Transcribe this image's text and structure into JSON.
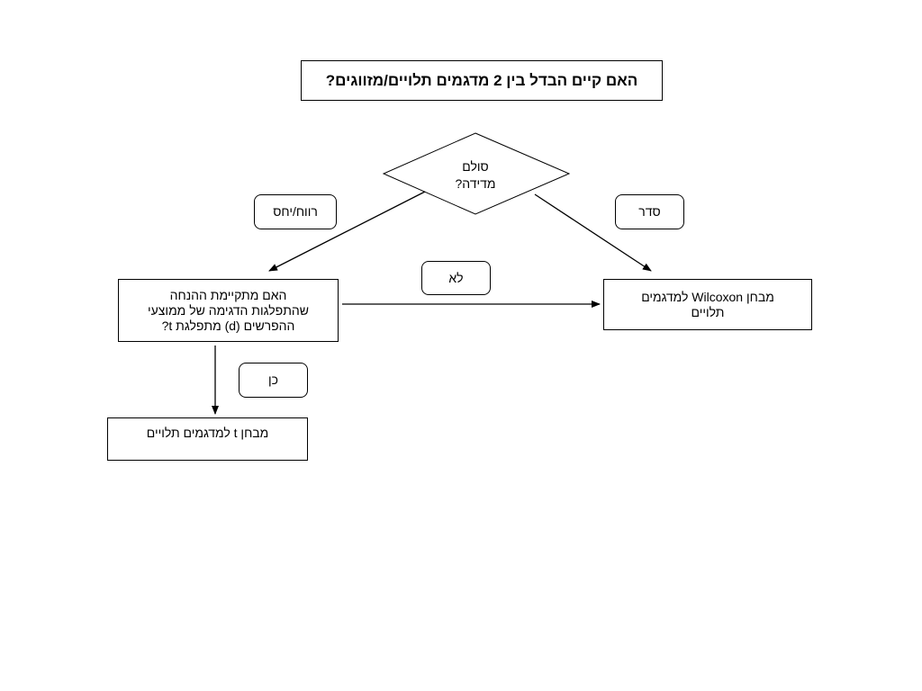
{
  "diagram": {
    "title": "האם קיים הבדל בין 2 מדגמים תלויים/מזווגים?",
    "decision": {
      "line1": "סולם",
      "line2": "מדידה?"
    },
    "branch_labels": {
      "interval_ratio": "רווח/יחס",
      "ordinal": "סדר",
      "no": "לא",
      "yes": "כן"
    },
    "question_box": {
      "line1": "האם מתקיימת ההנחה",
      "line2": "שהתפלגות הדגימה של ממוצעי",
      "line3": "ההפרשים (d) מתפלגת  t?"
    },
    "wilcoxon_box": {
      "line1": "מבחן Wilcoxon למדגמים",
      "line2": "תלויים"
    },
    "t_test_box": "מבחן t למדגמים תלויים"
  }
}
